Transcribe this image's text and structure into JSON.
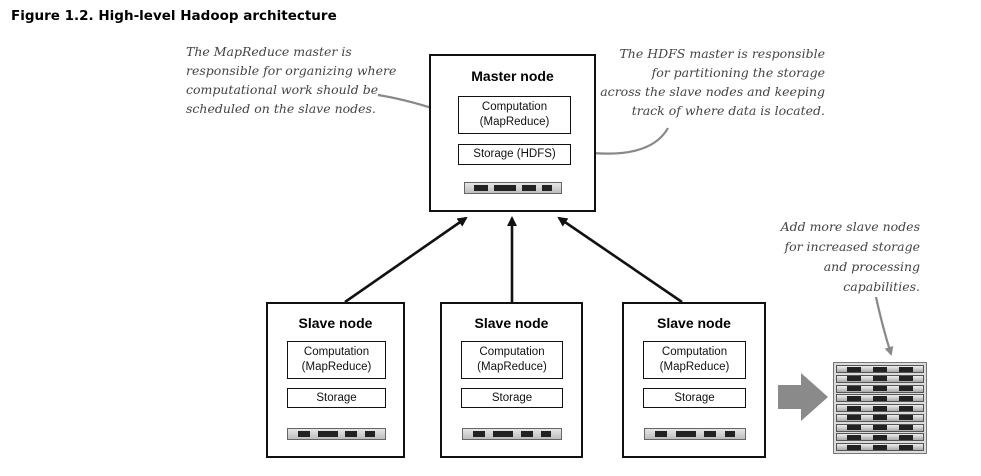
{
  "figure": {
    "title": "Figure 1.2. High-level Hadoop architecture"
  },
  "master": {
    "title": "Master node",
    "computation": [
      "Computation",
      "(MapReduce)"
    ],
    "storage": "Storage (HDFS)"
  },
  "slaves": [
    {
      "title": "Slave node",
      "computation": [
        "Computation",
        "(MapReduce)"
      ],
      "storage": "Storage"
    },
    {
      "title": "Slave node",
      "computation": [
        "Computation",
        "(MapReduce)"
      ],
      "storage": "Storage"
    },
    {
      "title": "Slave node",
      "computation": [
        "Computation",
        "(MapReduce)"
      ],
      "storage": "Storage"
    }
  ],
  "annotations": {
    "mapreduce_master": [
      "The MapReduce master is",
      "responsible for organizing where",
      "computational work should be",
      "scheduled on the slave nodes."
    ],
    "hdfs_master": [
      "The HDFS master is responsible",
      "for partitioning the storage",
      "across the slave nodes and keeping",
      "track of where data is located."
    ],
    "add_nodes": [
      "Add more slave nodes",
      "for increased storage",
      "and processing",
      "capabilities."
    ]
  },
  "colors": {
    "outline": "#111111",
    "note_text": "#444444",
    "note_arrow": "#888888",
    "big_arrow": "#8a8a8a"
  }
}
